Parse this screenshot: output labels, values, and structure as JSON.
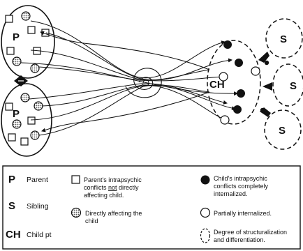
{
  "diagram": {
    "nodes": {
      "parent_top": "P",
      "parent_bottom": "P",
      "child": "CH",
      "siblings": [
        "S",
        "S",
        "S"
      ]
    }
  },
  "legend": {
    "p_letter": "P",
    "p_text": "Parent",
    "s_letter": "S",
    "s_text": "Sibling",
    "ch_letter": "CH",
    "ch_text": "Child pt",
    "square_line1": "Parent's intrapsychic",
    "square_line2_a": "conflicts ",
    "square_line2_b": "not",
    "square_line2_c": " directly",
    "square_line3": "affecting child.",
    "dotted_line1": "Directly affecting the",
    "dotted_line2": "child",
    "filled_line1": "Child's intrapsychic",
    "filled_line2": "conflicts completely",
    "filled_line3": "internalized.",
    "open_line1": "Partially internalized.",
    "dashed_line1": "Degree of structuralization",
    "dashed_line2": "and differentiation."
  },
  "colors": {
    "ink": "#111111",
    "stipple": "#9a9a9a",
    "paper": "#ffffff"
  }
}
